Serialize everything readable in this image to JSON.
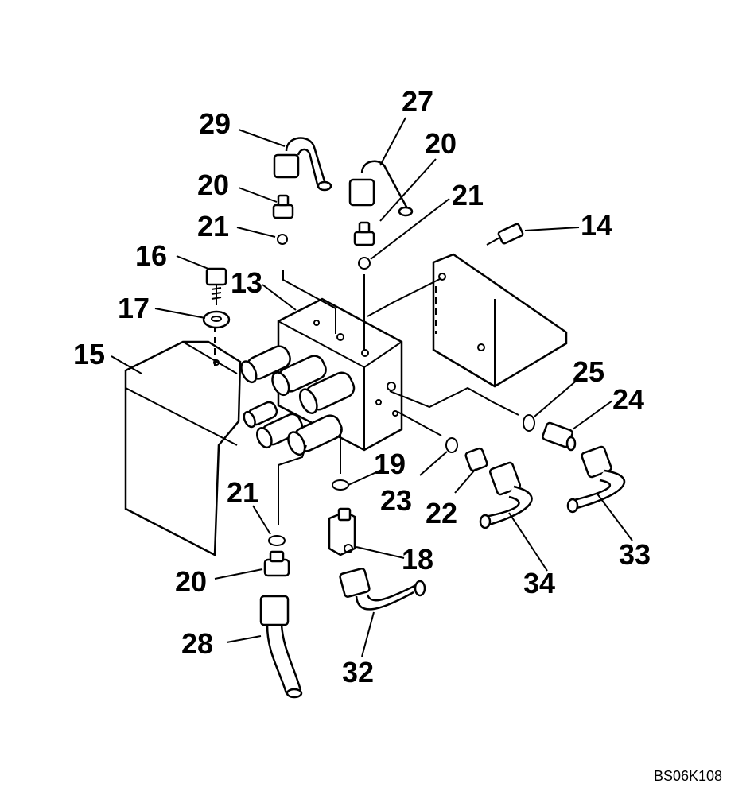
{
  "diagram": {
    "drawing_code": "BS06K108",
    "callouts": [
      {
        "id": "c29",
        "label": "29"
      },
      {
        "id": "c27",
        "label": "27"
      },
      {
        "id": "c20a",
        "label": "20"
      },
      {
        "id": "c20b",
        "label": "20"
      },
      {
        "id": "c21a",
        "label": "21"
      },
      {
        "id": "c21b",
        "label": "21"
      },
      {
        "id": "c14",
        "label": "14"
      },
      {
        "id": "c16",
        "label": "16"
      },
      {
        "id": "c13",
        "label": "13"
      },
      {
        "id": "c17",
        "label": "17"
      },
      {
        "id": "c15",
        "label": "15"
      },
      {
        "id": "c25",
        "label": "25"
      },
      {
        "id": "c24",
        "label": "24"
      },
      {
        "id": "c19",
        "label": "19"
      },
      {
        "id": "c21c",
        "label": "21"
      },
      {
        "id": "c23",
        "label": "23"
      },
      {
        "id": "c22",
        "label": "22"
      },
      {
        "id": "c18",
        "label": "18"
      },
      {
        "id": "c20c",
        "label": "20"
      },
      {
        "id": "c34",
        "label": "34"
      },
      {
        "id": "c33",
        "label": "33"
      },
      {
        "id": "c28",
        "label": "28"
      },
      {
        "id": "c32",
        "label": "32"
      }
    ]
  }
}
